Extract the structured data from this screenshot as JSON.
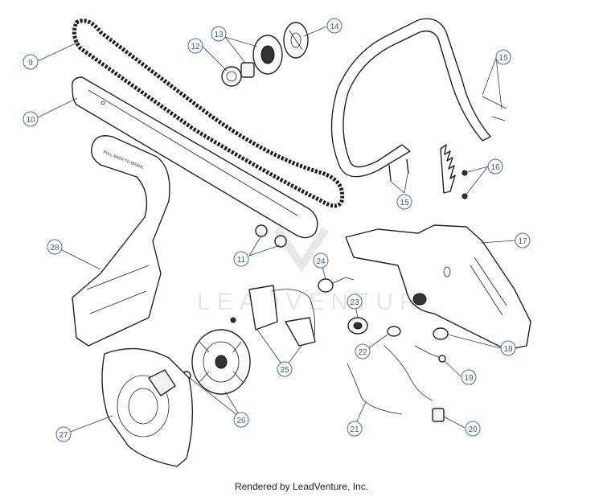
{
  "watermark": "LEADVENTURE",
  "footer": "Rendered by LeadVenture, Inc.",
  "callouts": [
    "9",
    "10",
    "11",
    "12",
    "13",
    "14",
    "15",
    "15",
    "16",
    "17",
    "18",
    "19",
    "20",
    "21",
    "22",
    "23",
    "24",
    "25",
    "26",
    "27",
    "28"
  ],
  "part_text": {
    "bar_cover_label": "PULL BACK TO BRAKE"
  },
  "colors": {
    "callout": "#4a6a9a",
    "line": "#222222",
    "watermark": "#e4e4e4"
  }
}
